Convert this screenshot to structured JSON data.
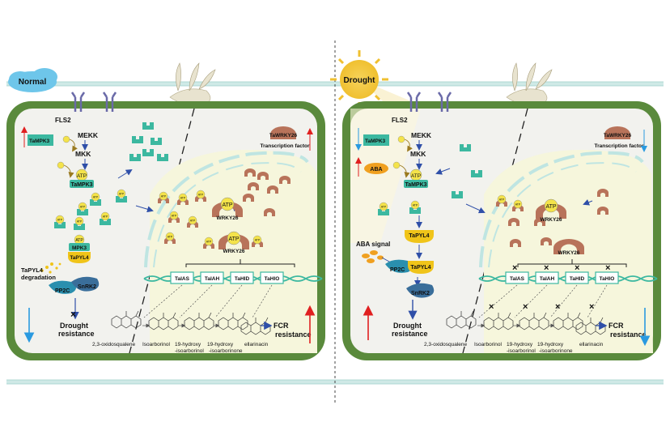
{
  "left": {
    "condition": "Normal",
    "receptor": "FLS2",
    "mekk": "MEKK",
    "mkk": "MKK",
    "atp": "ATP",
    "tampk3": "TaMPK3",
    "mpk3": "MPK3",
    "tapyl4": "TaPYL4",
    "degradation_line1": "TaPYL4",
    "degradation_line2": "degradation",
    "pp2c": "PP2C",
    "snrk2": "SnRK2",
    "drought_line1": "Drought",
    "drought_line2": "resistance",
    "tawrky26": "TaWRKY26",
    "tf": "Transcription factor",
    "wrky26": "WRKY26",
    "genes": [
      "TaIAS",
      "TaIAH",
      "TaHID",
      "TaHIO"
    ],
    "met1": "2,3-oxidosqualene",
    "met2": "Isoarborinol",
    "met3_line1": "19-hydroxy",
    "met3_line2": "-isoarborinol",
    "met4_line1": "19-hydroxy",
    "met4_line2": "-isoarborinone",
    "met5": "ellarinacin",
    "fcr_line1": "FCR",
    "fcr_line2": "resistance"
  },
  "right": {
    "condition": "Drought",
    "receptor": "FLS2",
    "mekk": "MEKK",
    "mkk": "MKK",
    "atp": "ATP",
    "aba": "ABA",
    "tampk3": "TaMPK3",
    "aba_signal": "ABA signal",
    "tapyl4": "TaPYL4",
    "pp2c": "PP2C",
    "snrk2": "SnRK2",
    "drought_line1": "Drought",
    "drought_line2": "resistance",
    "tawrky26": "TaWRKY26",
    "tf": "Transcription factor",
    "wrky26": "WRKY26",
    "genes": [
      "TaIAS",
      "TaIAH",
      "TaHID",
      "TaHIO"
    ],
    "met1": "2,3-oxidosqualene",
    "met2": "Isoarborinol",
    "met3_line1": "19-hydroxy",
    "met3_line2": "-isoarborinol",
    "met4": "19-hydroxy",
    "met4_line2": "-isoarborinone",
    "met5": "ellarinacin",
    "fcr_line1": "FCR",
    "fcr_line2": "resistance"
  },
  "colors": {
    "cell_wall": "#5a8a3c",
    "cytoplasm": "#f2f2ee",
    "kinase": "#3cb8a0",
    "atp": "#f4e34a",
    "pyl4": "#f0c419",
    "wrky": "#b8735a",
    "pp2c": "#2a8fae",
    "snrk2": "#3a6e9a",
    "membrane": "#bfe5e2",
    "up_arrow": "#e02020",
    "down_arrow": "#2a9ae0",
    "aba": "#f0a020"
  }
}
